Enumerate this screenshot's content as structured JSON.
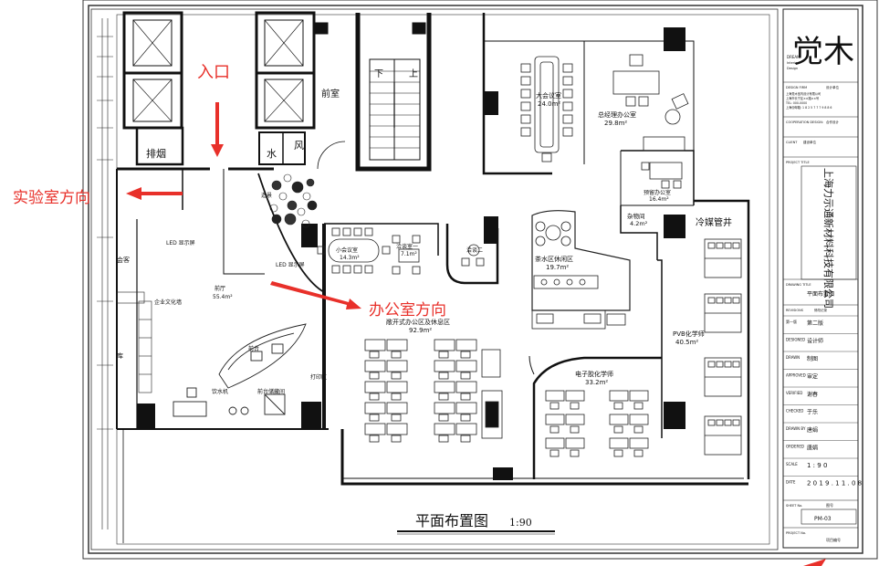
{
  "drawing": {
    "title": "平面布置图",
    "scale": "1:90"
  },
  "annotations": {
    "entrance": "入口",
    "lab_direction": "实验室方向",
    "office_direction": "办公室方向",
    "color": "#e8302a"
  },
  "rooms": {
    "front_room": "前室",
    "smoke_exhaust": "排烟",
    "water": "水",
    "wind": "风",
    "down": "下",
    "up": "上",
    "landscape": "造景",
    "led_screen_1": "LED 显示屏",
    "led_screen_2": "LED 显示屏",
    "lobby": "前厅",
    "lobby_area": "55.4m²",
    "corporate_wall": "企业文化墙",
    "front_desk": "前台",
    "water_dispenser": "饮水机",
    "front_storage": "前台储藏间",
    "print_area": "打印区",
    "small_meeting": "小会议室",
    "small_meeting_area": "14.3m²",
    "negotiation": "洽谈室一",
    "negotiation_area": "7.1m²",
    "negotiation_two": "洽谈二",
    "big_meeting": "大会议室",
    "big_meeting_area": "24.0m²",
    "gm_office": "总经理办公室",
    "gm_office_area": "29.8m²",
    "prep_office": "预留办公室",
    "prep_office_area": "16.4m²",
    "storage": "杂物间",
    "storage_area": "4.2m²",
    "refrigerant_well": "冷媒管井",
    "tea_area": "茶水区休闲区",
    "tea_area_area": "19.7m²",
    "open_office": "敞开式办公区及休息区",
    "open_office_area": "92.9m²",
    "pvb_lab": "PVB化学师",
    "pvb_lab_area": "40.5m²",
    "electronic_lab": "电子胶化学师",
    "electronic_lab_area": "33.2m²",
    "left_label_1": "会客",
    "left_label_2": "库"
  },
  "title_block": {
    "logo_text": "觉木",
    "logo_sub_1": "DREAM",
    "logo_sub_2": "Interior",
    "logo_sub_3": "Design",
    "design_firm": "DESIGN FIRM",
    "design_firm_value": "设计单位",
    "firm_line_1": "上海觉木室内设计有限公司",
    "firm_line_2": "上海市长宁区××路××号",
    "firm_line_3": "TEL: 000-0000",
    "firm_line_4": "上海@邮箱: 1 8 2 5 7 7 7 9 8 8 6",
    "cooperation": "COOPERATION DESIGN:",
    "cooperation_value": "合作设计",
    "client": "CLIENT",
    "client_value": "建设单位",
    "project_title": "PROJECT TITLE",
    "project_name": "上海力示通新材料科技有限公司",
    "drawing_title_label": "DRAWING TITLE",
    "drawing_title_value": "平面布置图",
    "revisions": "REVISIONS",
    "revision_value": "修改记录",
    "rows": [
      {
        "k": "第一版",
        "v": "第二版"
      },
      {
        "k": "DESIGNED",
        "v": "设计师"
      },
      {
        "k": "DRAWN",
        "v": "制图"
      },
      {
        "k": "APPROVED",
        "v": "审定"
      },
      {
        "k": "VERIFIED",
        "v": "谢春"
      },
      {
        "k": "CHECKED",
        "v": "于乐"
      },
      {
        "k": "DRAWN BY",
        "v": "唐娟"
      },
      {
        "k": "ORDERED",
        "v": "唐娟"
      },
      {
        "k": "SCALE",
        "v": "1 : 9 0"
      },
      {
        "k": "DATE",
        "v": "2 0 1 9 . 1 1 . 0 8"
      }
    ],
    "sheet_no": "SHEET No.",
    "sheet_value": "图号",
    "sheet_code": "PM-03",
    "project_no": "PROJECT No.",
    "project_no_value": "项目编号"
  }
}
